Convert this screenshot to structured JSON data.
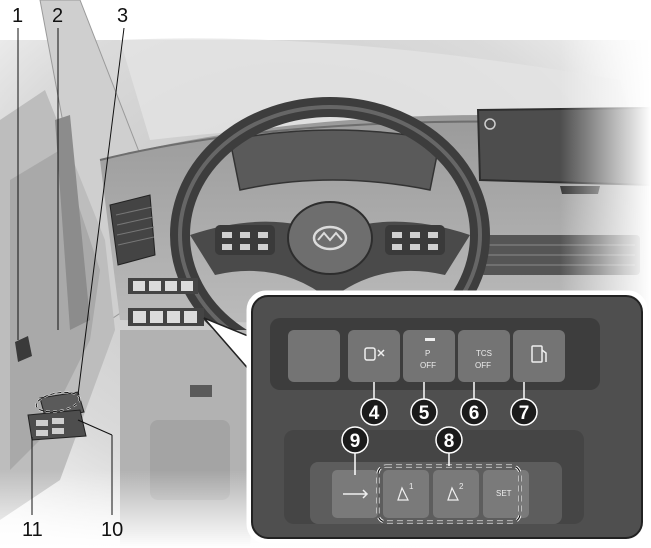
{
  "callouts": {
    "n1": "1",
    "n2": "2",
    "n3": "3",
    "n4": "4",
    "n5": "5",
    "n6": "6",
    "n7": "7",
    "n8": "8",
    "n9": "9",
    "n10": "10",
    "n11": "11"
  },
  "buttons": {
    "parking_top": "P",
    "parking_bottom": "OFF",
    "tcs_top": "TCS",
    "tcs_bottom": "OFF",
    "seat1": "1",
    "seat2": "2",
    "set": "SET"
  },
  "colors": {
    "panel": "#505050",
    "button": "#727272",
    "dark": "#2b2b2b",
    "light": "#e9e9e9"
  }
}
